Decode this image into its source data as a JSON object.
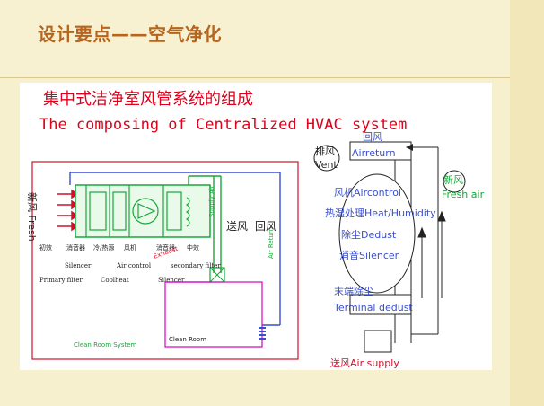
{
  "slide": {
    "title": "设计要点——空气净化"
  },
  "figure": {
    "heading_cn": "集中式洁净室风管系统的组成",
    "heading_en": "The composing of Centralized HVAC system",
    "left_diagram": {
      "fresh_label": "新风 Fresh",
      "component_cn_labels": [
        "初效",
        "消音器",
        "冷/热源",
        "风机",
        "消音器",
        "中效"
      ],
      "component_en_labels": {
        "silencer": "Silencer",
        "air_control": "Air control",
        "secondary_filter": "secondary filter",
        "primary_filter": "Primary filter",
        "cool_heat": "Coolheat",
        "silencer2": "Silencer"
      },
      "supply_air_label": "Supply Air",
      "supply_cn": "送风",
      "exhaust_label": "Exhaust",
      "return_cn": "回风",
      "air_return_label": "Air Return",
      "clean_room_label": "Clean Room",
      "clean_room_system_label": "Clean Room System"
    },
    "right_diagram": {
      "vent_cn": "排风",
      "vent_en": "Vent",
      "return_cn": "回风",
      "air_return_en": "Airreturn",
      "fresh_cn": "新风",
      "fresh_en": "Fresh air",
      "air_control": "风机Aircontrol",
      "heat_humidity": "热湿处理Heat/Humidity",
      "dedust": "除尘Dedust",
      "silencer": "消音Silencer",
      "terminal_cn": "末端除尘",
      "terminal_en": "Terminal dedust",
      "air_supply": "送风Air supply"
    },
    "colors": {
      "heading_red": "#e0001b",
      "heading_blue": "#1f2bd6",
      "diagram_blue": "#3a4fd0",
      "diagram_green": "#18a83a",
      "diagram_red": "#d0102a",
      "magenta": "#d400c8"
    }
  }
}
